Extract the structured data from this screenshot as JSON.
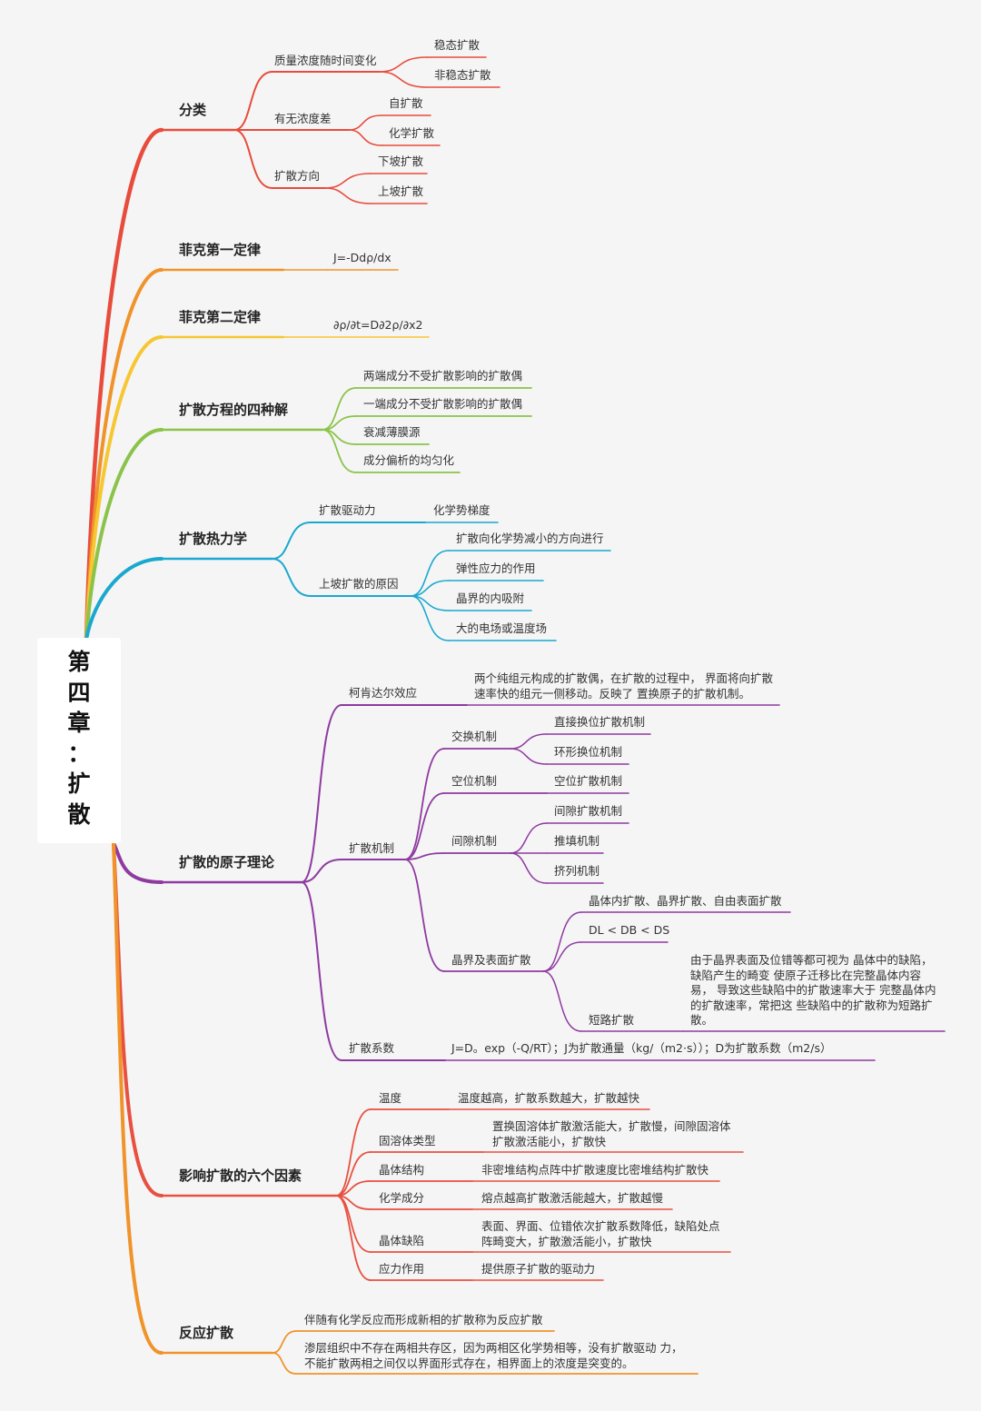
{
  "root": {
    "title": "第四章：扩散"
  },
  "colors": {
    "red": "#e74c3c",
    "orange": "#f0932b",
    "yellow": "#f6c731",
    "green": "#8bc34a",
    "cyan": "#1aa8cf",
    "purple": "#8e3aa0",
    "red2": "#e85040",
    "orange2": "#f0932b"
  },
  "branches": {
    "fenlei": {
      "title": "分类",
      "a": {
        "label": "质量浓度随时间变化",
        "c1": "稳态扩散",
        "c2": "非稳态扩散"
      },
      "b": {
        "label": "有无浓度差",
        "c1": "自扩散",
        "c2": "化学扩散"
      },
      "c": {
        "label": "扩散方向",
        "c1": "下坡扩散",
        "c2": "上坡扩散"
      }
    },
    "fick1": {
      "title": "菲克第一定律",
      "eq": "J=-Ddρ/dx"
    },
    "fick2": {
      "title": "菲克第二定律",
      "eq": "∂ρ/∂t=D∂2ρ/∂x2"
    },
    "four": {
      "title": "扩散方程的四种解",
      "items": [
        "两端成分不受扩散影响的扩散偶",
        "一端成分不受扩散影响的扩散偶",
        "衰减薄膜源",
        "成分偏析的均匀化"
      ]
    },
    "thermo": {
      "title": "扩散热力学",
      "drive": {
        "label": "扩散驱动力",
        "value": "化学势梯度"
      },
      "uphill": {
        "label": "上坡扩散的原因",
        "items": [
          "扩散向化学势减小的方向进行",
          "弹性应力的作用",
          "晶界的内吸附",
          "大的电场或温度场"
        ]
      }
    },
    "atomic": {
      "title": "扩散的原子理论",
      "kirk": {
        "label": "柯肯达尔效应",
        "text": "两个纯组元构成的扩散偶，在扩散的过程中， 界面将向扩散速率快的组元一侧移动。反映了 置换原子的扩散机制。"
      },
      "mech": {
        "label": "扩散机制",
        "exchange": {
          "label": "交换机制",
          "c1": "直接换位扩散机制",
          "c2": "环形换位机制"
        },
        "vacancy": {
          "label": "空位机制",
          "c1": "空位扩散机制"
        },
        "inter": {
          "label": "间隙机制",
          "c1": "间隙扩散机制",
          "c2": "推填机制",
          "c3": "挤列机制"
        },
        "gb": {
          "label": "晶界及表面扩散",
          "c1": "晶体内扩散、晶界扩散、自由表面扩散",
          "c2": "DL < DB < DS",
          "short": {
            "label": "短路扩散",
            "text": "由于晶界表面及位错等都可视为 晶体中的缺陷，缺陷产生的畸变 使原子迁移比在完整晶体内容易， 导致这些缺陷中的扩散速率大于 完整晶体内的扩散速率，常把这 些缺陷中的扩散称为短路扩散。"
          }
        }
      },
      "coef": {
        "label": "扩散系数",
        "text": "J=D。exp（-Q/RT）；J为扩散通量（kg/（m2·s））；D为扩散系数（m2/s）"
      }
    },
    "six": {
      "title": "影响扩散的六个因素",
      "items": [
        {
          "label": "温度",
          "text": "温度越高，扩散系数越大，扩散越快"
        },
        {
          "label": "固溶体类型",
          "text": "置换固溶体扩散激活能大，扩散慢，间隙固溶体扩散激活能小，扩散快"
        },
        {
          "label": "晶体结构",
          "text": "非密堆结构点阵中扩散速度比密堆结构扩散快"
        },
        {
          "label": "化学成分",
          "text": "熔点越高扩散激活能越大，扩散越慢"
        },
        {
          "label": "晶体缺陷",
          "text": "表面、界面、位错依次扩散系数降低，缺陷处点阵畸变大，扩散激活能小，扩散快"
        },
        {
          "label": "应力作用",
          "text": "提供原子扩散的驱动力"
        }
      ]
    },
    "react": {
      "title": "反应扩散",
      "items": [
        "伴随有化学反应而形成新相的扩散称为反应扩散",
        "渗层组织中不存在两相共存区，因为两相区化学势相等，没有扩散驱动 力，不能扩散两相之间仅以界面形式存在，相界面上的浓度是突变的。"
      ]
    }
  }
}
